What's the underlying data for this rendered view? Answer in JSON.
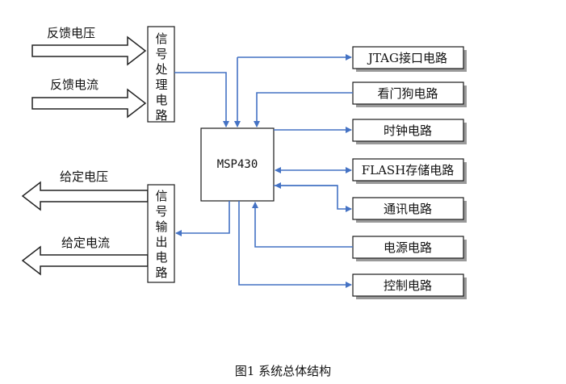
{
  "inputs": [
    {
      "label": "反馈电压"
    },
    {
      "label": "反馈电流"
    }
  ],
  "outputs": [
    {
      "label": "给定电压"
    },
    {
      "label": "给定电流"
    }
  ],
  "signal_processing": {
    "label": "信号处理电路"
  },
  "signal_output": {
    "label": "信号输出电路"
  },
  "mcu": {
    "label": "MSP430"
  },
  "peripherals": [
    {
      "label": "JTAG接口电路",
      "direction": "bidirectional"
    },
    {
      "label": "看门狗电路",
      "direction": "to-mcu"
    },
    {
      "label": "时钟电路",
      "direction": "from-mcu"
    },
    {
      "label": "FLASH存储电路",
      "direction": "bidirectional"
    },
    {
      "label": "通讯电路",
      "direction": "bidirectional"
    },
    {
      "label": "电源电路",
      "direction": "to-mcu"
    },
    {
      "label": "控制电路",
      "direction": "from-mcu"
    }
  ],
  "caption": "图1 系统总体结构",
  "colors": {
    "connector": "#4472c4",
    "box_stroke": "#1a1a1a",
    "shadow": "#9a9a9a"
  }
}
